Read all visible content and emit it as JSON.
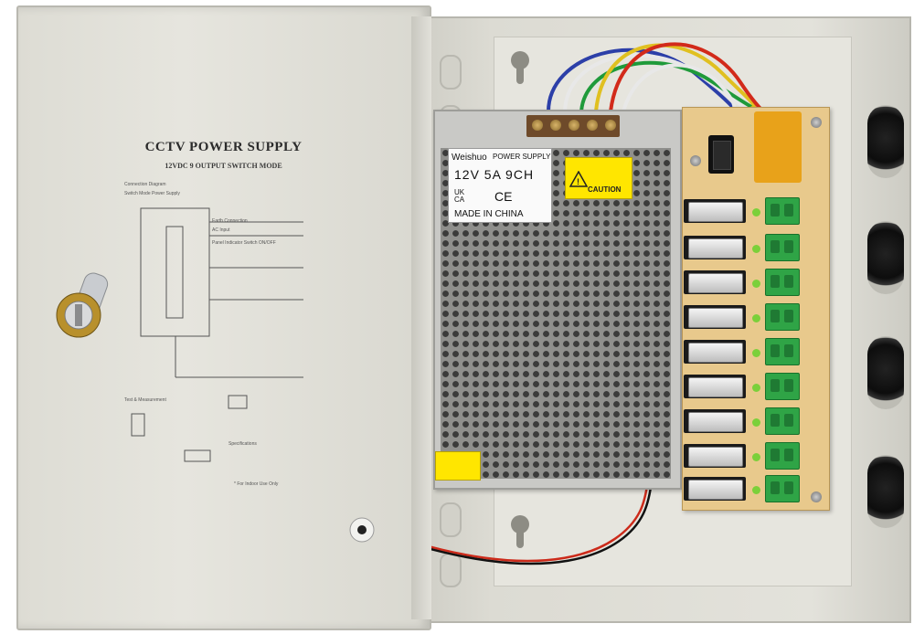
{
  "door_label": {
    "title": "CCTV POWER SUPPLY",
    "subtitle": "12VDC 9 OUTPUT SWITCH MODE",
    "connection_diagram": "Connection Diagram",
    "fine_print": [
      "Switch Mode Power Supply",
      "Earth Connection",
      "AC Input",
      "Panel Indicator Switch ON/OFF",
      "Test & Measurement",
      "Specifications",
      "* For Indoor Use Only"
    ]
  },
  "psu_sticker": {
    "brand": "Weishuo",
    "product": "POWER SUPPLY",
    "spec": "12V  5A  9CH",
    "ukca": "UK CA",
    "ce": "CE",
    "origin": "MADE IN CHINA"
  },
  "caution_label": "CAUTION",
  "board": {
    "channels": 9
  },
  "colors": {
    "enclosure": "#e3e2db",
    "board": "#e8c98c",
    "terminal_green": "#2fa446",
    "caution_yellow": "#ffe600",
    "grommet": "#111111"
  }
}
